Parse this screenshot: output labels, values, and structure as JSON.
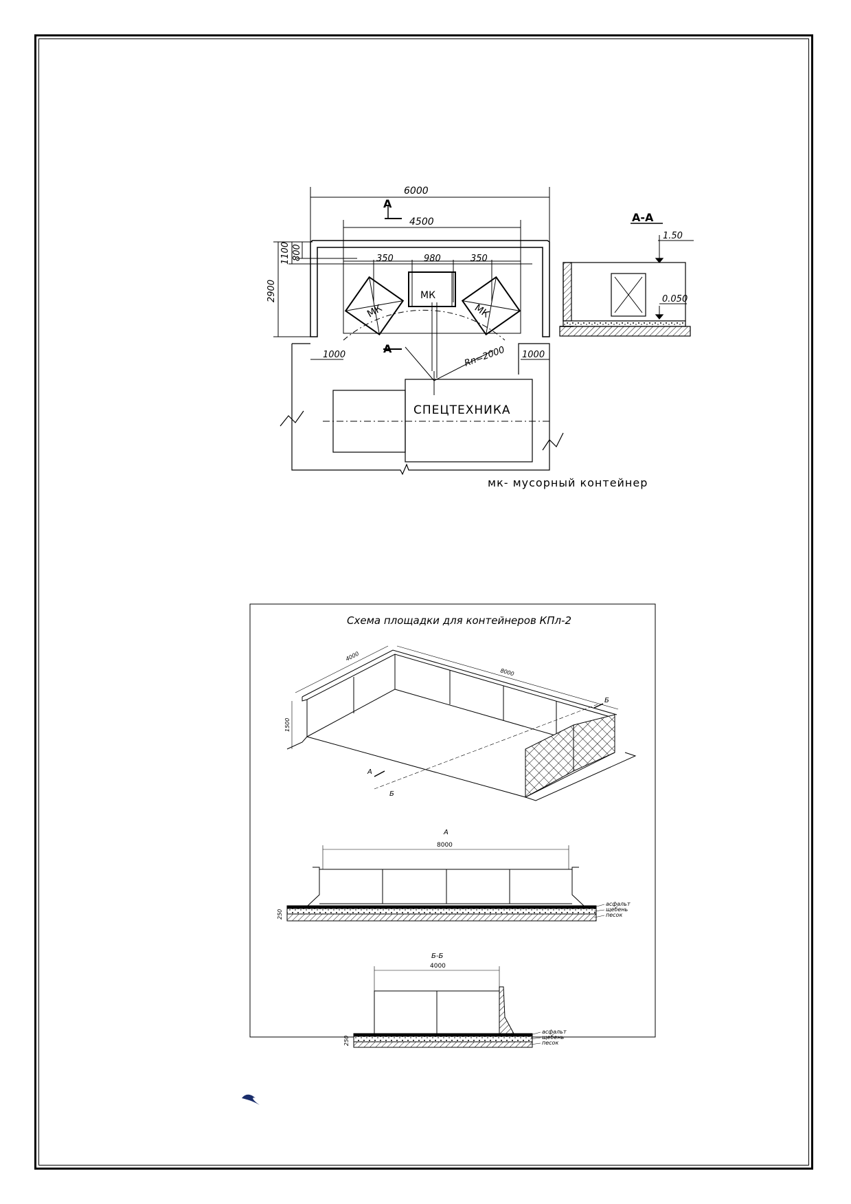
{
  "plan": {
    "dim_6000": "6000",
    "dim_4500": "4500",
    "dim_350_left": "350",
    "dim_980": "980",
    "dim_350_right": "350",
    "dim_2900": "2900",
    "dim_1100": "1100",
    "dim_800": "800",
    "dim_1000_left": "1000",
    "dim_1000_right": "1000",
    "radius": "Rn=2000",
    "section_mark_top": "A",
    "section_mark_bottom": "A",
    "container_label_center": "МК",
    "container_label_left": "МК",
    "container_label_right": "МК",
    "vehicle_label": "СПЕЦТЕХНИКА",
    "legend": "мк- мусорный контейнер"
  },
  "section_aa": {
    "title": "А-А",
    "level_top": "1.50",
    "level_bottom": "0.050"
  },
  "scheme": {
    "title": "Схема площадки для контейнеров  КПл-2",
    "iso_dim_width": "4000",
    "iso_dim_length": "8000",
    "iso_dim_height": "1500",
    "iso_mark_b_top": "Б",
    "iso_mark_a": "А",
    "iso_mark_b_bottom": "Б",
    "view_a_title": "А",
    "view_a_dim": "8000",
    "view_a_height": "250",
    "view_a_layers": [
      "асфальт",
      "щебень",
      "песок"
    ],
    "view_b_title": "Б-Б",
    "view_b_dim": "4000",
    "view_b_height": "250",
    "view_b_layers": [
      "асфальт",
      "щебень",
      "песок"
    ]
  }
}
